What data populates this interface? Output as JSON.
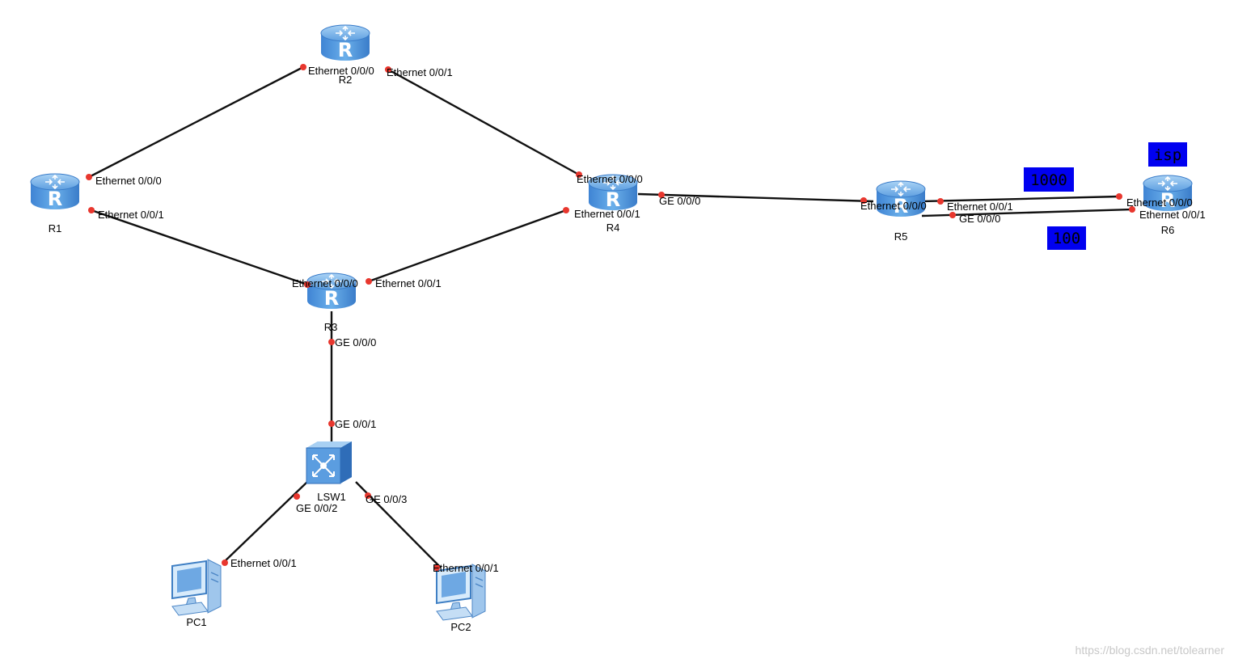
{
  "devices": {
    "r1": "R1",
    "r2": "R2",
    "r3": "R3",
    "r4": "R4",
    "r5": "R5",
    "r6": "R6",
    "lsw1": "LSW1",
    "pc1": "PC1",
    "pc2": "PC2"
  },
  "ports": {
    "r2_e000": "Ethernet 0/0/0",
    "r2_e001": "Ethernet 0/0/1",
    "r1_e000": "Ethernet 0/0/0",
    "r1_e001": "Ethernet 0/0/1",
    "r4_e000": "Ethernet 0/0/0",
    "r4_e001": "Ethernet 0/0/1",
    "r4_ge000": "GE 0/0/0",
    "r3_e000": "Ethernet 0/0/0",
    "r3_e001": "Ethernet 0/0/1",
    "r3_ge000": "GE 0/0/0",
    "lsw1_ge001": "GE 0/0/1",
    "lsw1_ge002": "GE 0/0/2",
    "lsw1_ge003": "GE 0/0/3",
    "pc1_e001": "Ethernet 0/0/1",
    "pc2_e001": "Ethernet 0/0/1",
    "r5_e000": "Ethernet 0/0/0",
    "r5_e001": "Ethernet 0/0/1",
    "r5_ge000": "GE 0/0/0",
    "r6_e000": "Ethernet 0/0/0",
    "r6_e001": "Ethernet 0/0/1"
  },
  "tags": {
    "isp": "isp",
    "cost_high": "1000",
    "cost_low": "100"
  },
  "colors": {
    "router": "#4a90d9",
    "port": "#e8372e",
    "tag": "#0000f0"
  },
  "icons": {
    "router": "router-icon",
    "switch": "switch-icon",
    "pc": "pc-icon"
  },
  "watermark": "https://blog.csdn.net/tolearner"
}
